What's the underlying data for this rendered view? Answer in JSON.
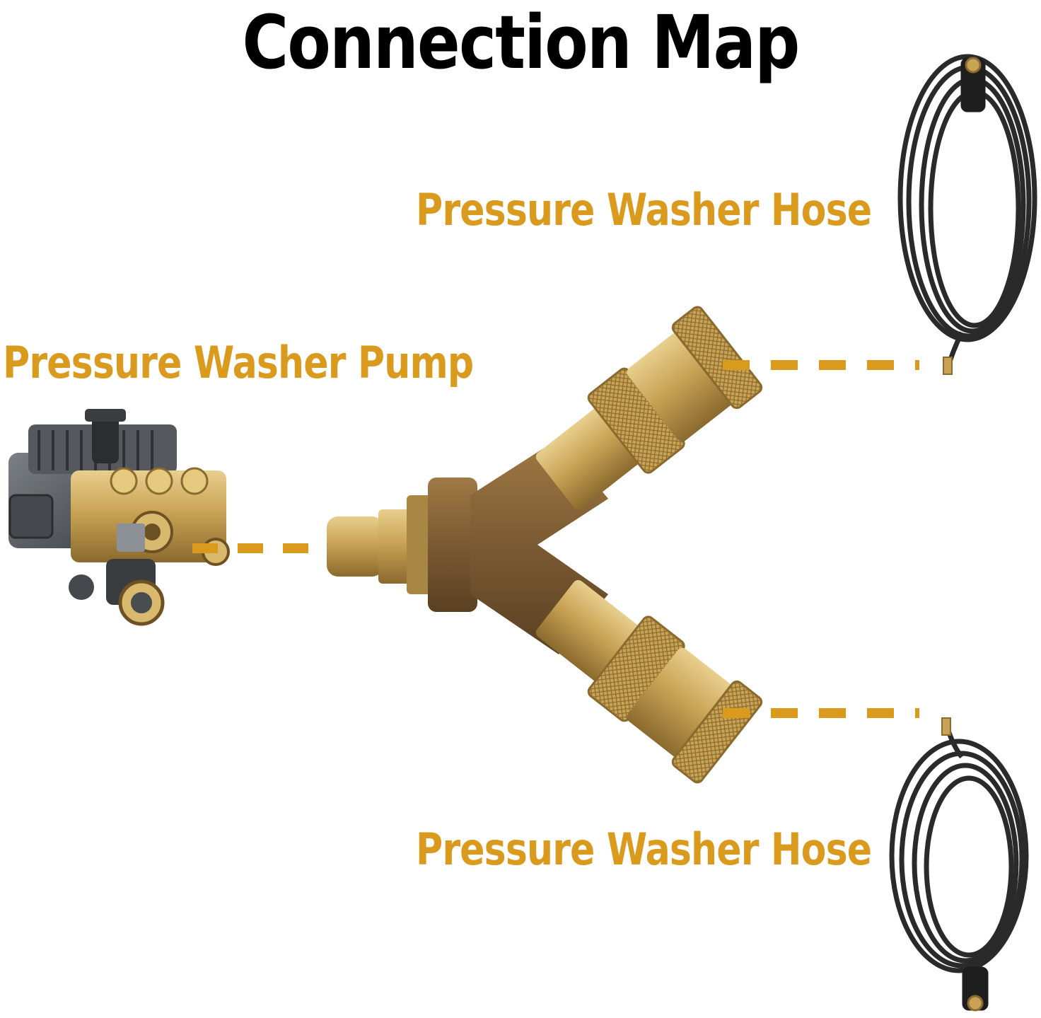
{
  "title": "Connection Map",
  "labels": {
    "hose_top": "Pressure Washer Hose",
    "pump": "Pressure Washer Pump",
    "hose_bottom": "Pressure Washer Hose"
  },
  "colors": {
    "accent": "#D99A1E",
    "brass": "#C9A355",
    "brass_dark": "#8A6A2E",
    "bronze": "#7A5A32",
    "hose": "#2A2A2A",
    "pump_gray": "#5A5E63"
  },
  "icons": [
    "pressure-washer-pump-icon",
    "y-splitter-icon",
    "hose-coil-icon"
  ]
}
